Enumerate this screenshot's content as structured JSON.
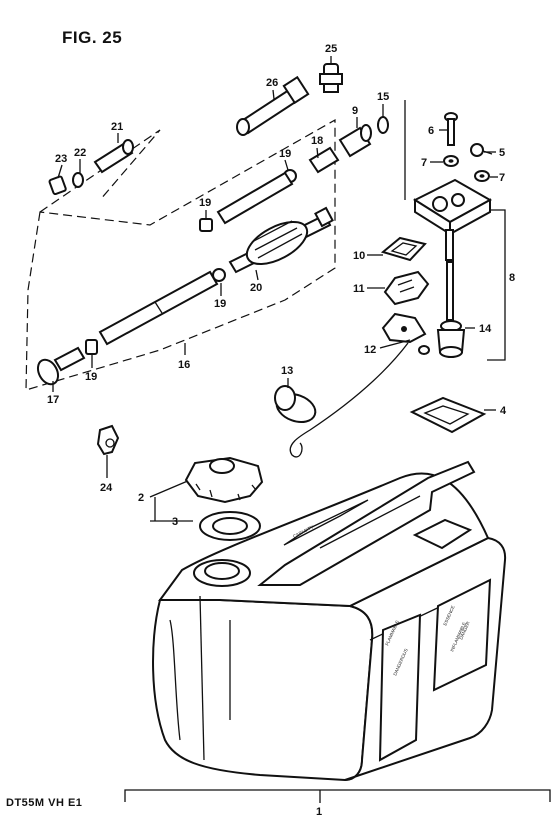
{
  "figure_title": "FIG. 25",
  "footer_code": "DT55M VH E1",
  "callouts": {
    "c1": "1",
    "c2": "2",
    "c3": "3",
    "c4": "4",
    "c5": "5",
    "c6": "6",
    "c7a": "7",
    "c7b": "7",
    "c8": "8",
    "c9": "9",
    "c10": "10",
    "c11": "11",
    "c12": "12",
    "c13": "13",
    "c14": "14",
    "c15": "15",
    "c16": "16",
    "c17": "17",
    "c18": "18",
    "c19a": "19",
    "c19b": "19",
    "c19c": "19",
    "c19d": "19",
    "c20": "20",
    "c21": "21",
    "c22": "22",
    "c23": "23",
    "c24": "24",
    "c25": "25",
    "c26": "26"
  },
  "tank_labels": {
    "left_flammable": "FLAMMABLE",
    "left_dangerous": "DANGEROUS",
    "right_essence": "ESSENCE",
    "right_inflammable": "INFLAMMABLE",
    "right_danger": "DANGER",
    "top_capacity": "CAPACITY"
  }
}
